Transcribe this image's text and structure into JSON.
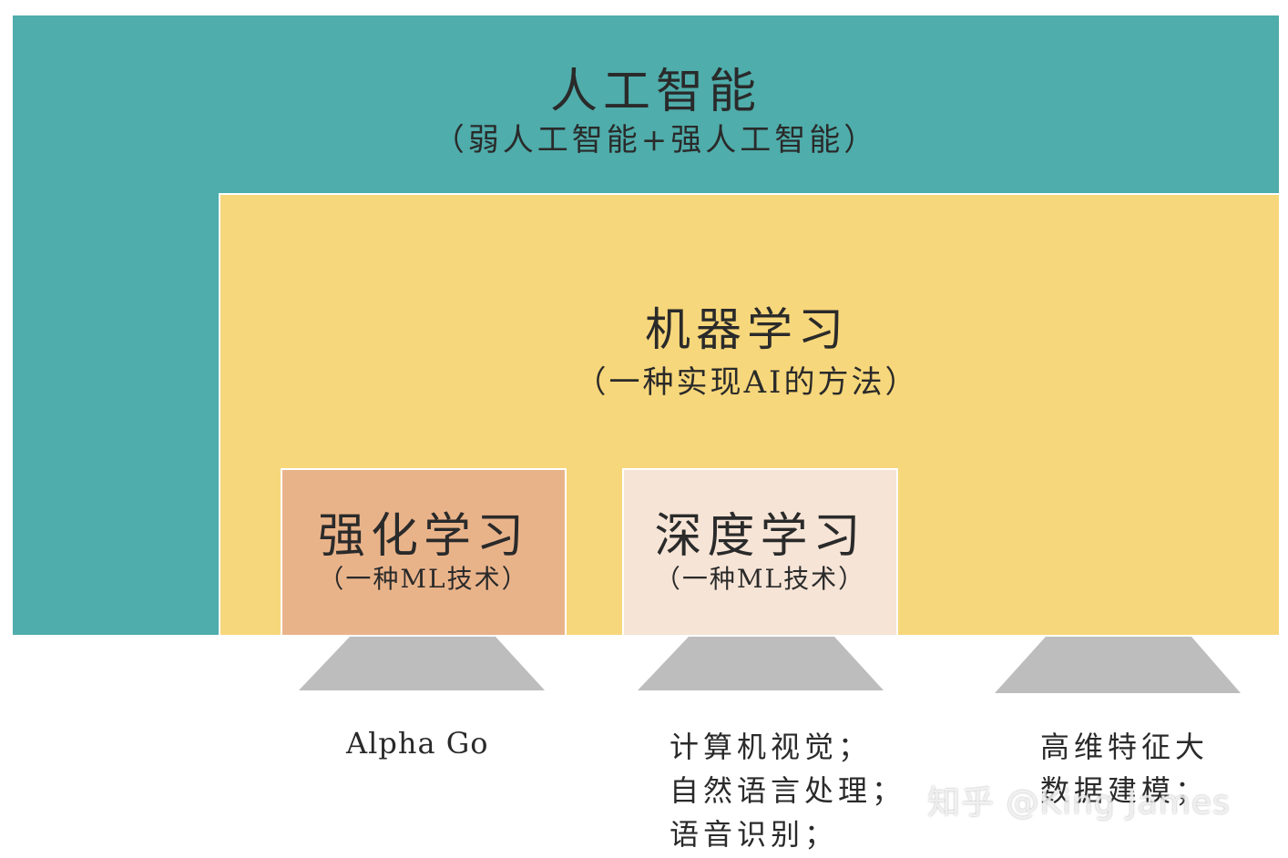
{
  "ai": {
    "title": "人工智能",
    "subtitle": "（弱人工智能+强人工智能）"
  },
  "ml": {
    "title": "机器学习",
    "subtitle": "（一种实现AI的方法）"
  },
  "rl": {
    "title": "强化学习",
    "subtitle": "（一种ML技术）",
    "caption": [
      "Alpha Go"
    ]
  },
  "dl": {
    "title": "深度学习",
    "subtitle": "（一种ML技术）",
    "caption": [
      "计算机视觉；",
      "自然语言处理；",
      "语音识别；"
    ]
  },
  "hd": {
    "caption": [
      "高维特征大",
      "数据建模；"
    ]
  },
  "watermark": "知乎 @King James",
  "colors": {
    "ai": "#4fadab",
    "ml": "#f7d77b",
    "rl": "#e9b38a",
    "dl": "#f6e4d6",
    "stand": "#bdbdbd"
  }
}
